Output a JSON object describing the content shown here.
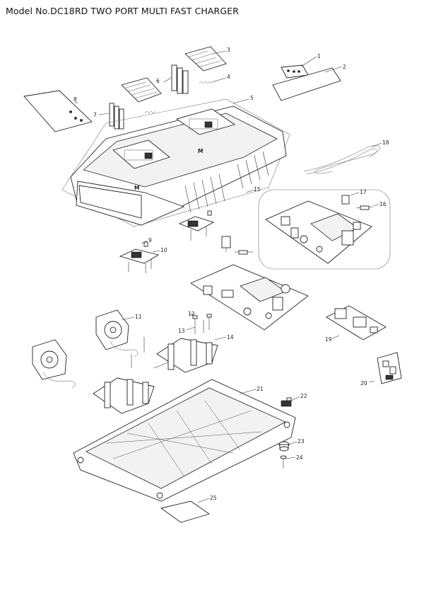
{
  "title": "Model No.DC18RD TWO PORT MULTI FAST CHARGER",
  "callouts": [
    "1",
    "2",
    "3",
    "4",
    "5",
    "6",
    "7",
    "8",
    "9",
    "10",
    "11",
    "12",
    "13",
    "14",
    "15",
    "16",
    "17",
    "18",
    "19",
    "20",
    "21",
    "22",
    "23",
    "24",
    "25"
  ]
}
